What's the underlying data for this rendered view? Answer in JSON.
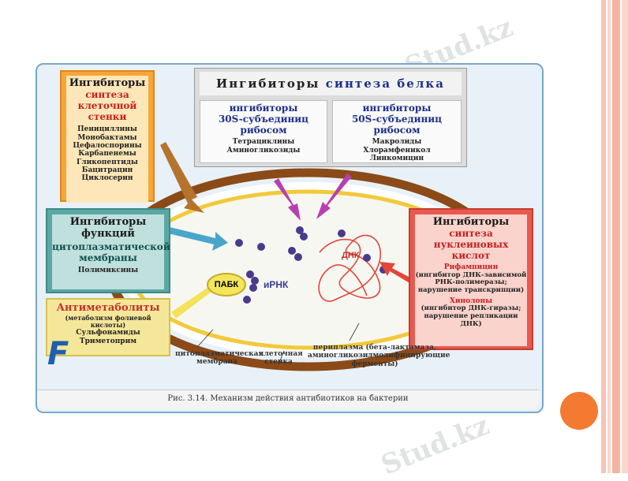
{
  "watermark": "Stud.kz",
  "cell_wall_box": {
    "title": "Ингибиторы",
    "subtitle": "синтеза клеточной стенки",
    "drugs": [
      "Пенициллины",
      "Монобактамы",
      "Цефалоспорины",
      "Карбапенемы",
      "Гликопептиды",
      "Бацитрацин",
      "Циклосерин"
    ]
  },
  "protein_box": {
    "title_plain": "Ингибиторы",
    "title_colored": "синтеза белка",
    "ribo30": {
      "title": "ингибиторы",
      "subtitle": "30S-субъединиц рибосом",
      "drugs": [
        "Тетрациклины",
        "Аминогликозиды"
      ]
    },
    "ribo50": {
      "title": "ингибиторы",
      "subtitle": "50S-субъединиц рибосом",
      "drugs": [
        "Макролиды",
        "Хлорамфеникол",
        "Линкомицин"
      ]
    }
  },
  "membrane_box": {
    "title": "Ингибиторы функций",
    "subtitle": "цитоплазматической мембраны",
    "drugs": [
      "Полимиксины"
    ]
  },
  "antimetab_box": {
    "title": "Антиметаболиты",
    "note": "(метаболизм фолиевой кислоты)",
    "drugs": [
      "Сульфонамиды",
      "Триметоприм"
    ]
  },
  "nucleic_box": {
    "title": "Ингибиторы",
    "subtitle": "синтеза нуклеиновых кислот",
    "drug1": "Рифампицин",
    "note1": "(ингибитор ДНК-зависимой РНК-полимеразы; нарушение транскрипции)",
    "drug2": "Хинолоны",
    "note2": "(ингибитор ДНК-гиразы; нарушение репликации ДНК)"
  },
  "cell": {
    "paba": "ПАБК",
    "mrna": "иРНК",
    "dna": "ДНК",
    "label_membrane": "цитоплазматическая мембрана",
    "label_wall": "клеточная стенка",
    "label_periplasm": "периплазма (бета-лактамаза, аминогликозидмодифицирующие ферменты)"
  },
  "logo_letter": "F",
  "caption": "Рис. 3.14. Механизм действия антибиотиков на бактерии",
  "colors": {
    "wall_brown": "#8b4a17",
    "membrane_yellow": "#f2c93a",
    "ribosome": "#4a3a8c",
    "accent_orange": "#f47a32",
    "stripe_pink": "#f5b3a3"
  }
}
